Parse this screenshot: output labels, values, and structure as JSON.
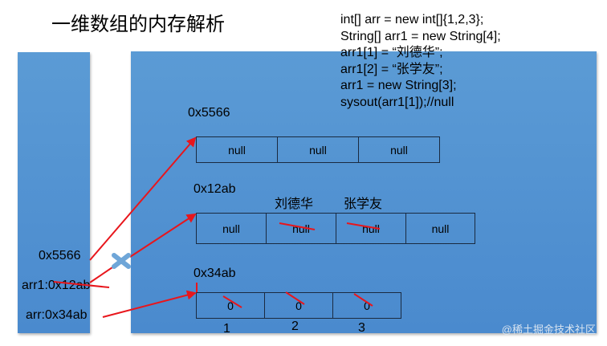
{
  "title": "一维数组的内存解析",
  "code": [
    "int[] arr = new int[]{1,2,3};",
    "String[] arr1 = new String[4];",
    "arr1[1] = “刘德华”;",
    "arr1[2] = “张学友”;",
    "arr1 = new String[3];",
    "sysout(arr1[1]);//null"
  ],
  "stack": {
    "items": [
      "0x5566",
      "arr1:0x12ab",
      "arr:0x34ab"
    ]
  },
  "heap": {
    "array_5566": {
      "address": "0x5566",
      "cells": [
        "null",
        "null",
        "null"
      ]
    },
    "array_12ab": {
      "address": "0x12ab",
      "names": [
        "刘德华",
        "张学友"
      ],
      "cells": [
        "null",
        "null",
        "null",
        "null"
      ]
    },
    "array_34ab": {
      "address": "0x34ab",
      "cells": [
        "0",
        "0",
        "0"
      ],
      "indices": [
        "1",
        "2",
        "3"
      ]
    }
  },
  "colors": {
    "panel": "#5b9bd5",
    "arrow": "#e8161c"
  },
  "watermark": "@稀土掘金技术社区"
}
